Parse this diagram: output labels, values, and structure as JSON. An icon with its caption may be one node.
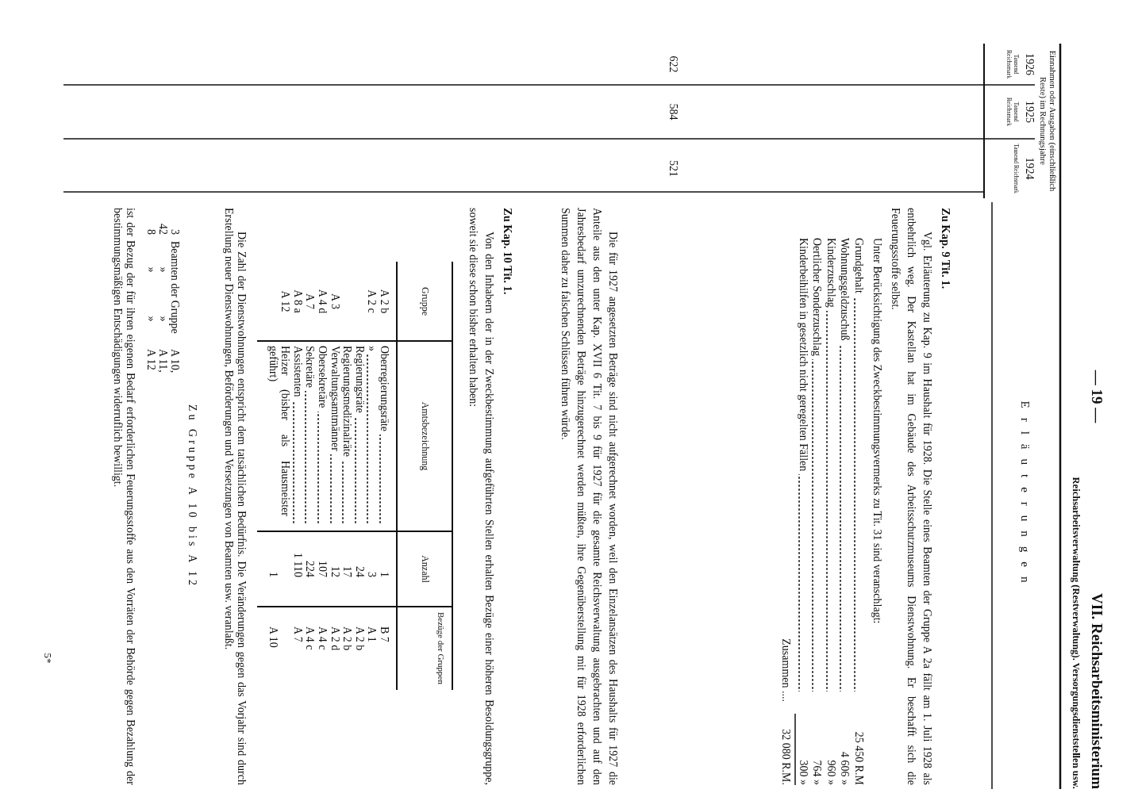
{
  "diagram": {
    "labels": [
      "— 19 —",
      "VII. Reichsarbeitsministerium",
      "Reichsarbeitsverwaltung (Restverwaltung). Versorgungsdienststellen usw.",
      "Einnahmen oder Ausgaben (einschließlich Reste) im Rechnungsjahre",
      "1926",
      "1925",
      "1924",
      "Tausend Reichsmark",
      "Tausend Reichsmark",
      "Tausend Reichsmark",
      "622",
      "584",
      "521",
      "Erläuterungen",
      "Zu Kap. 9 Tit. 1.",
      "Vgl. Erläuterung zu Kap. 9 im Haushalt für 1928. Die Stelle eines Beamten der Gruppe A 2a fällt am 1. Juli 1928 als entbehrlich weg. Der Kastellan hat im Gebäude des Arbeitsschutzmuseums Dienstwohnung. Er beschafft sich die Feuerungsstoffe selbst.",
      "Unter Berücksichtigung des Zweckbestimmungsvermerks zu Tit. 31 sind veranschlagt:",
      "Grundgehalt",
      "25 450 R.M",
      "Wohnungsgeldzuschuß",
      "4 606 »",
      "Kinderzuschlag",
      "960 »",
      "Oertlicher Sonderzuschlag",
      "764 »",
      "Kinderbeihilfen in gesetzlich nicht geregelten Fällen",
      "300 »",
      "Zusammen ....",
      "32 080 R.M.",
      "Die für 1927 angesetzten Beträge sind nicht aufgerechnet worden, weil den Einzelansätzen des Haushalts für 1927 die Anteile aus den unter Kap. XVII 6 Tit. 7 bis 9 für 1927 für die gesamte Reichsverwaltung ausgebrachten und auf den Jahresbedarf umzurechnenden Beträge hinzugerechnet werden müßten, ihre Gegenüberstellung mit für 1928 erforderlichen Summen daher zu falschen Schlüssen führen würde.",
      "Zu Kap. 10 Tit. 1.",
      "Von den Inhabern der in der Zweckbestimmung aufgeführten Stellen erhalten Bezüge einer höheren Besoldungsgruppe, soweit sie diese schon bisher erhalten haben:",
      "Gruppe",
      "Amtsbezeichnung",
      "Anzahl",
      "Bezüge der Gruppen",
      "A 2 b",
      "Oberregierungsräte",
      "1",
      "B 7",
      "A 2 c",
      "»",
      "3",
      "A 1",
      "Regierungsräte",
      "24",
      "A 2 b",
      "Regierungsmedizinalräte",
      "17",
      "A 2 b",
      "A 3",
      "Verwaltungsamtmänner",
      "12",
      "A 2 d",
      "A 4 d",
      "Obersekretäre",
      "107",
      "A 4 c",
      "A 7",
      "Sekretäre",
      "224",
      "A 4 c",
      "A 8 a",
      "Assistenten",
      "1 110",
      "A 7",
      "A 12",
      "Heizer (bisher als Hausmeister geführt)",
      "1",
      "A 10",
      "Die Zahl der Dienstwohnungen entspricht dem tatsächlichen Bedürfnis. Die Veränderungen gegen das Vorjahr sind durch Erstellung neuer Dienstwohnungen, Beförderungen und Versetzungen von Beamten usw. veranlaßt.",
      "Zu Gruppe A 10 bis A 12",
      "3",
      "Beamten der Gruppe",
      "A 10,",
      "42",
      "»",
      "»",
      "A 11,",
      "8",
      "»",
      "»",
      "A 12",
      "ist der Bezug der für ihren eigenen Bedarf erforderlichen Feuerungsstoffe aus den Vorräten der Behörde gegen Bezahlung der bestimmungsmäßigen Entschädigungen widerruflich bewilligt.",
      "5*"
    ]
  }
}
